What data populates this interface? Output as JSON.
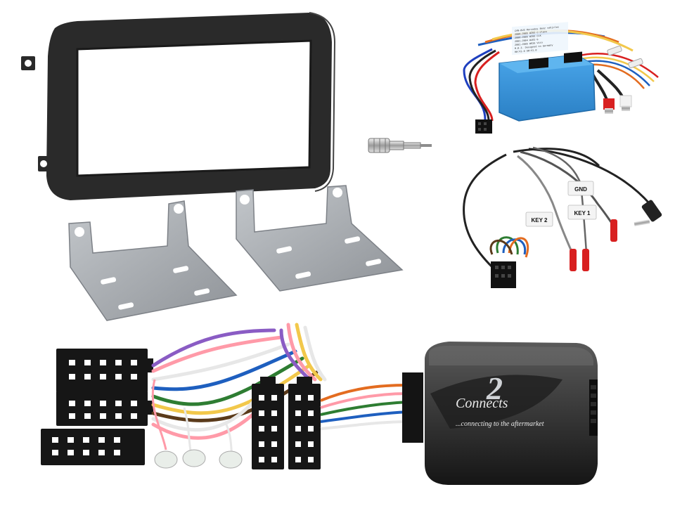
{
  "product": {
    "parts": [
      {
        "id": "fascia",
        "icon": "double-din-fascia-icon"
      },
      {
        "id": "brackets",
        "icon": "mounting-bracket-icon"
      },
      {
        "id": "antenna",
        "icon": "antenna-adapter-icon"
      },
      {
        "id": "interface",
        "icon": "can-bus-interface-icon"
      },
      {
        "id": "patch-lead",
        "icon": "patch-lead-icon"
      },
      {
        "id": "harness",
        "icon": "iso-harness-icon"
      },
      {
        "id": "control-box",
        "icon": "steering-control-box-icon"
      }
    ]
  },
  "patch_lead": {
    "labels": [
      "GND",
      "KEY 2",
      "KEY 1"
    ]
  },
  "interface_box": {
    "label_lines": [
      "CAN-BUS Mercedes Benz vehicles",
      "2000-2005 W203 C-Class",
      "2000-2005 W209 CLK",
      "2001-2004 W463 G",
      "2001-2005 W639 Vito",
      "M.B.I. Designed in Germany",
      "HW:V1.0   SW:V1.0"
    ],
    "color": "#2e8fd6"
  },
  "control_box": {
    "brand": "Connects",
    "numeral": "2",
    "tagline": "...connecting to the aftermarket"
  },
  "colors": {
    "fascia": "#2a2a2a",
    "bracket": "#a9adb2",
    "wire_colors": [
      "#8a5cc4",
      "#f2c84b",
      "#e7e7e7",
      "#2e7d32",
      "#1e5fbf",
      "#ff9aa8",
      "#e36c20",
      "#5a3a1a",
      "#d82020",
      "#222222"
    ]
  }
}
